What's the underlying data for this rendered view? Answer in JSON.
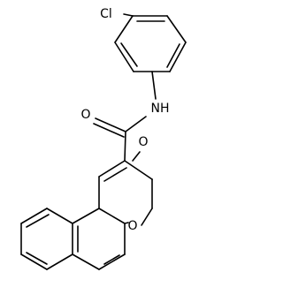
{
  "molecule": {
    "atoms": {
      "chlorine": "Cl",
      "amide_nitrogen": "NH",
      "amide_oxygen": "O",
      "carbonyl_oxygen": "O",
      "ring_oxygen": "O"
    },
    "colors": {
      "bond": "#000000",
      "carbon_text": "#000000",
      "oxygen_text": "#d0241f"
    }
  }
}
